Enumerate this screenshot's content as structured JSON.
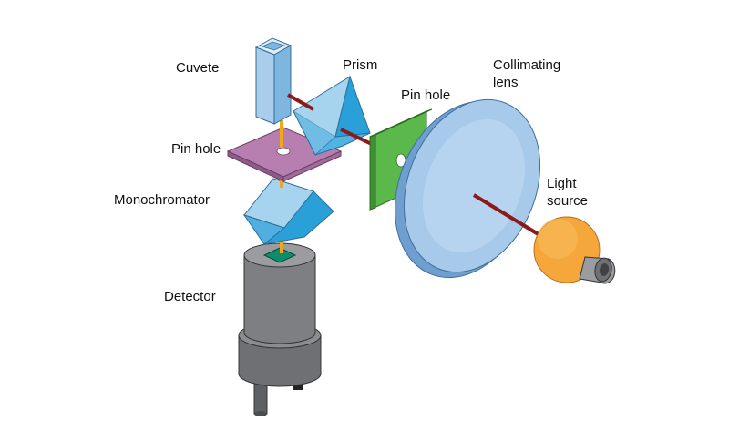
{
  "labels": {
    "cuvete": "Cuvete",
    "prism": "Prism",
    "pinhole_left": "Pin hole",
    "pinhole_right": "Pin hole",
    "monochromator": "Monochromator",
    "detector": "Detector",
    "collimating_line1": "Collimating",
    "collimating_line2": "lens",
    "light_line1": "Light",
    "light_line2": "source"
  },
  "colors": {
    "beam_red": "#8b1a1a",
    "beam_orange": "#f2a71b",
    "cuvete_blue": "#a9cdeb",
    "prism_blue": "#2aa0d8",
    "prism_light": "#a6d4ef",
    "pinhole_purple": "#b77fb0",
    "pinhole_green": "#5bb84a",
    "lens_blue": "#a7c9ea",
    "lens_rim": "#6f9fcf",
    "bulb_orange": "#f5a73b",
    "detector_gray": "#7d7f83",
    "detector_sensor": "#0e8c6c"
  }
}
